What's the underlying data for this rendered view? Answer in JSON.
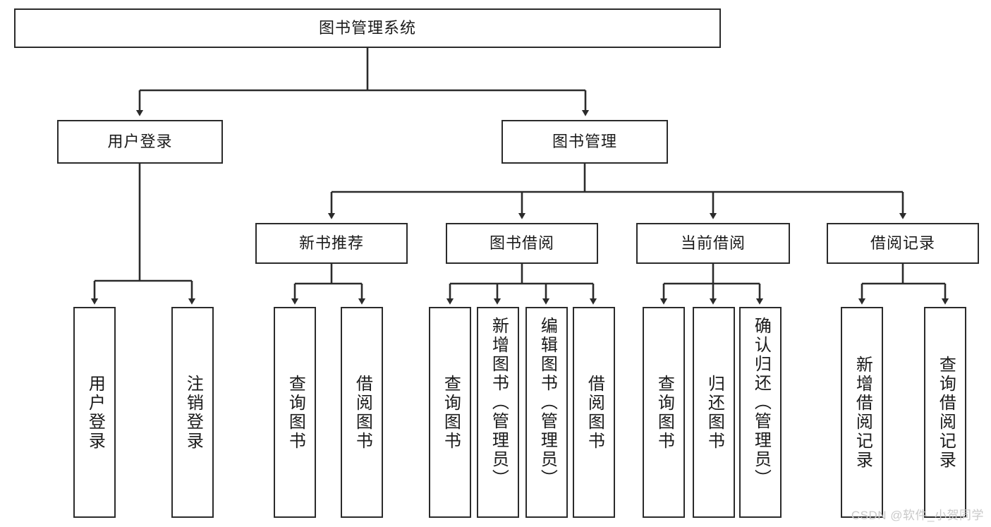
{
  "diagram": {
    "title": "图书管理系统",
    "type": "functional-structure-tree",
    "root": {
      "label": "图书管理系统"
    },
    "level2": [
      {
        "label": "用户登录"
      },
      {
        "label": "图书管理"
      }
    ],
    "level3": [
      {
        "label": "新书推荐"
      },
      {
        "label": "图书借阅"
      },
      {
        "label": "当前借阅"
      },
      {
        "label": "借阅记录"
      }
    ],
    "leaves": {
      "user_login": [
        {
          "label": "用户登录"
        },
        {
          "label": "注销登录"
        }
      ],
      "new_book_recommend": [
        {
          "label": "查询图书"
        },
        {
          "label": "借阅图书"
        }
      ],
      "book_borrow": [
        {
          "label": "查询图书"
        },
        {
          "label": "新增图书（管理员）"
        },
        {
          "label": "编辑图书（管理员）"
        },
        {
          "label": "借阅图书"
        }
      ],
      "current_borrow": [
        {
          "label": "查询图书"
        },
        {
          "label": "归还图书"
        },
        {
          "label": "确认归还（管理员）"
        }
      ],
      "borrow_record": [
        {
          "label": "新增借阅记录"
        },
        {
          "label": "查询借阅记录"
        }
      ]
    }
  },
  "watermark": {
    "text": "CSDN @软件_小贺同学"
  },
  "colors": {
    "box_border": "#2b2b2b",
    "box_fill": "#ffffff",
    "text": "#1a1a1a",
    "connector": "#2b2b2b",
    "watermark": "#c9c9c9",
    "background": "#ffffff"
  }
}
